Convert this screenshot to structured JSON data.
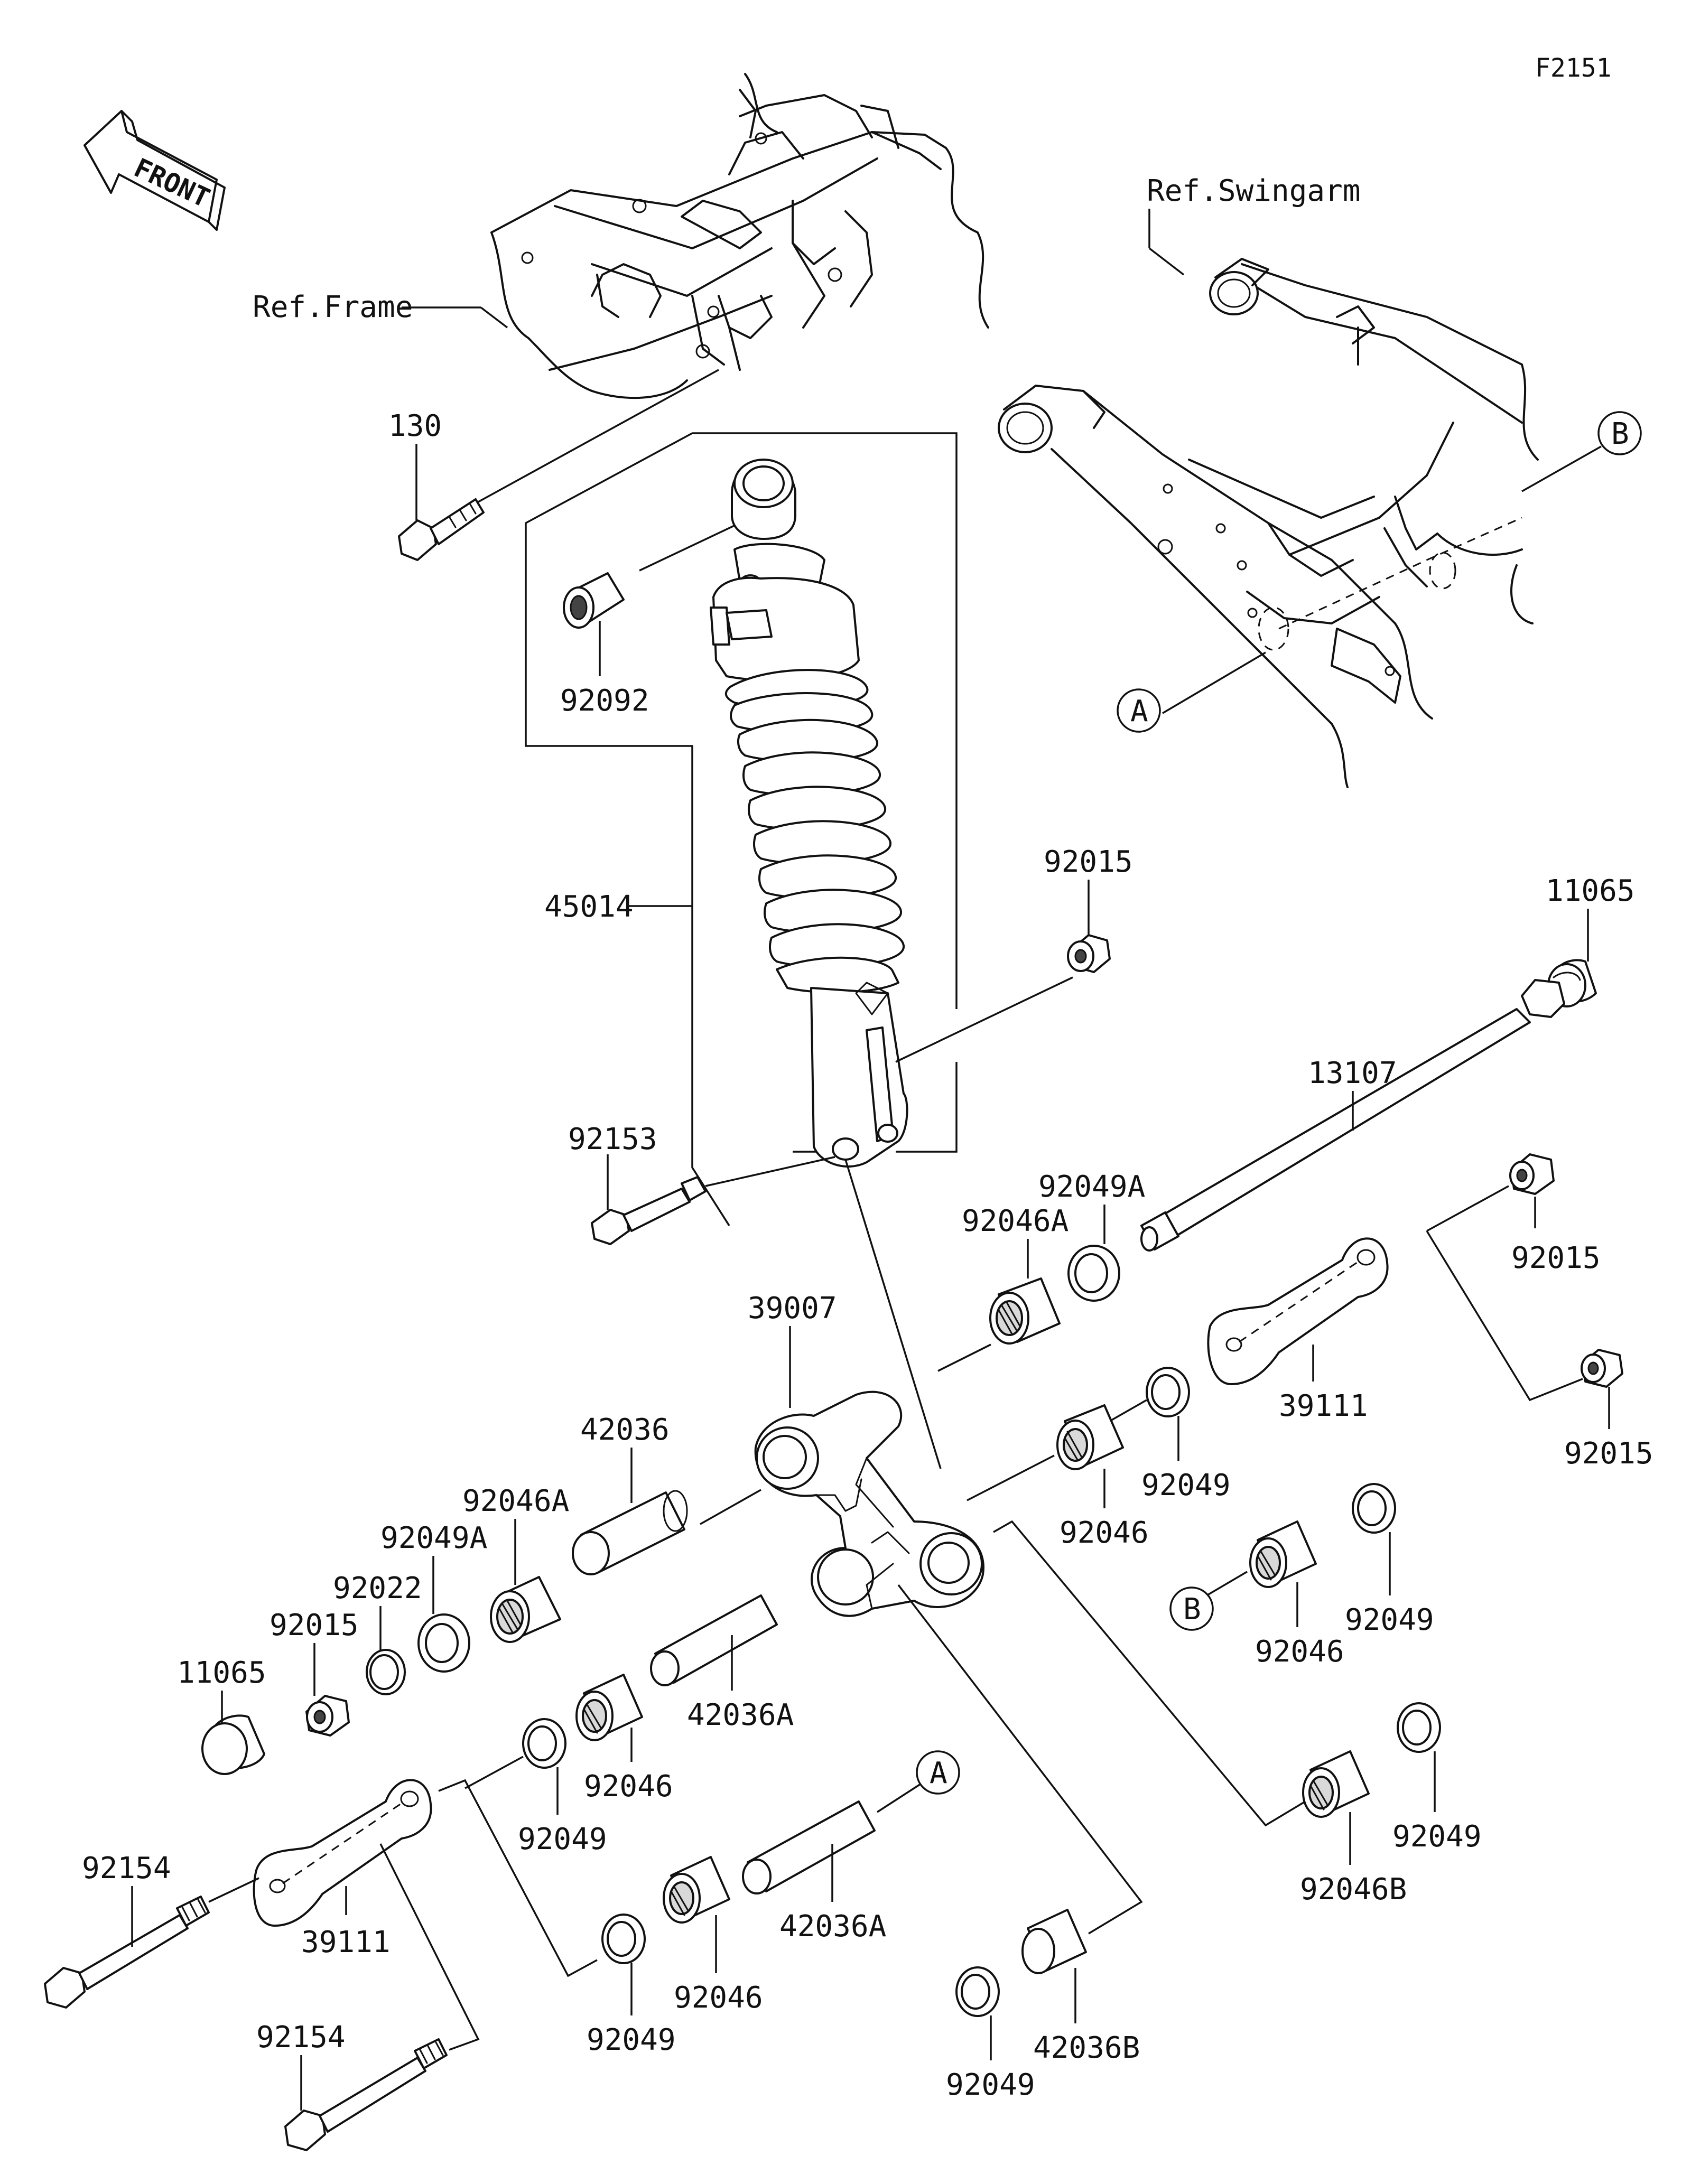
{
  "diagram_code": "F2151",
  "front_label": "FRONT",
  "references": {
    "frame": "Ref.Frame",
    "swingarm": "Ref.Swingarm"
  },
  "markers": {
    "a": "A",
    "b": "B"
  },
  "parts": {
    "p130": "130",
    "p92092": "92092",
    "p45014": "45014",
    "p92153": "92153",
    "p92015_top": "92015",
    "p11065_right": "11065",
    "p13107": "13107",
    "p92049A_right": "92049A",
    "p92046A_right": "92046A",
    "p92015_mid": "92015",
    "p39111_right": "39111",
    "p92015_low": "92015",
    "p39007": "39007",
    "p42036": "42036",
    "p92046A_left": "92046A",
    "p92049A_left": "92049A",
    "p92022": "92022",
    "p92015_left": "92015",
    "p11065_left": "11065",
    "p92046_r1": "92046",
    "p92049_r1": "92049",
    "p92046_b": "92046",
    "p92049_b": "92049",
    "p42036A_1": "42036A",
    "p92046_l1": "92046",
    "p92049_l1": "92049",
    "p92046B": "92046B",
    "p92049_far": "92049",
    "p92154_1": "92154",
    "p39111_left": "39111",
    "p42036A_2": "42036A",
    "p92046_l2": "92046",
    "p92049_l2": "92049",
    "p92154_2": "92154",
    "p42036B": "42036B",
    "p92049_bottom": "92049"
  }
}
